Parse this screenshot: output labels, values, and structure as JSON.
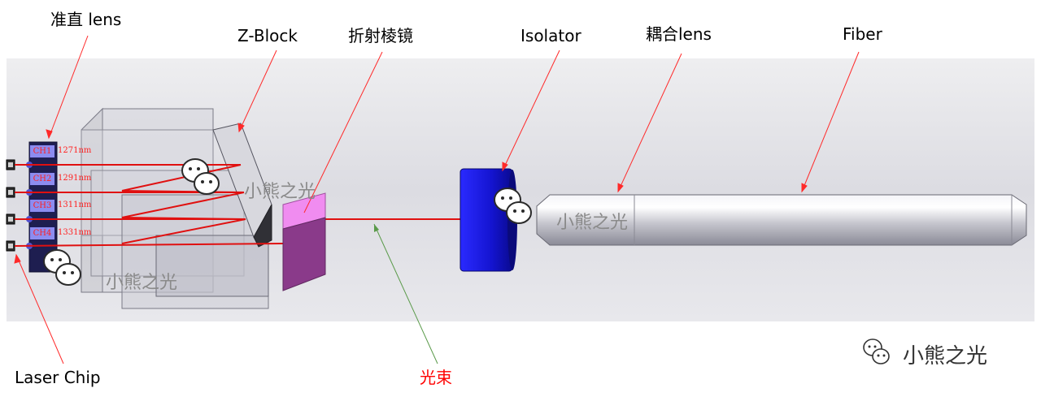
{
  "labels": {
    "collimator_lens": "准直 lens",
    "z_block": "Z-Block",
    "prism": "折射棱镜",
    "isolator": "Isolator",
    "coupling_lens": "耦合lens",
    "fiber": "Fiber",
    "laser_chip": "Laser Chip",
    "beam": "光束"
  },
  "channels": [
    {
      "id": "CH1",
      "wavelength": "1271nm"
    },
    {
      "id": "CH2",
      "wavelength": "1291nm"
    },
    {
      "id": "CH3",
      "wavelength": "1311nm"
    },
    {
      "id": "CH4",
      "wavelength": "1331nm"
    }
  ],
  "watermarks": {
    "zblock": "小熊之光",
    "fiber": "小熊之光",
    "lower_left": "小熊之光",
    "corner": "小熊之光"
  },
  "icons": [
    "wechat-icon"
  ],
  "colors": {
    "beam": "#e01010",
    "pointer_line": "#ff2a2a",
    "beam_pointer_line": "#5a9a4a",
    "isolator": "#1a1ad8",
    "prism_top": "#f08cf0",
    "prism_bottom": "#8a3a8a",
    "channel_box": "#8c8cf0",
    "background_band": "#e6e6ea"
  }
}
